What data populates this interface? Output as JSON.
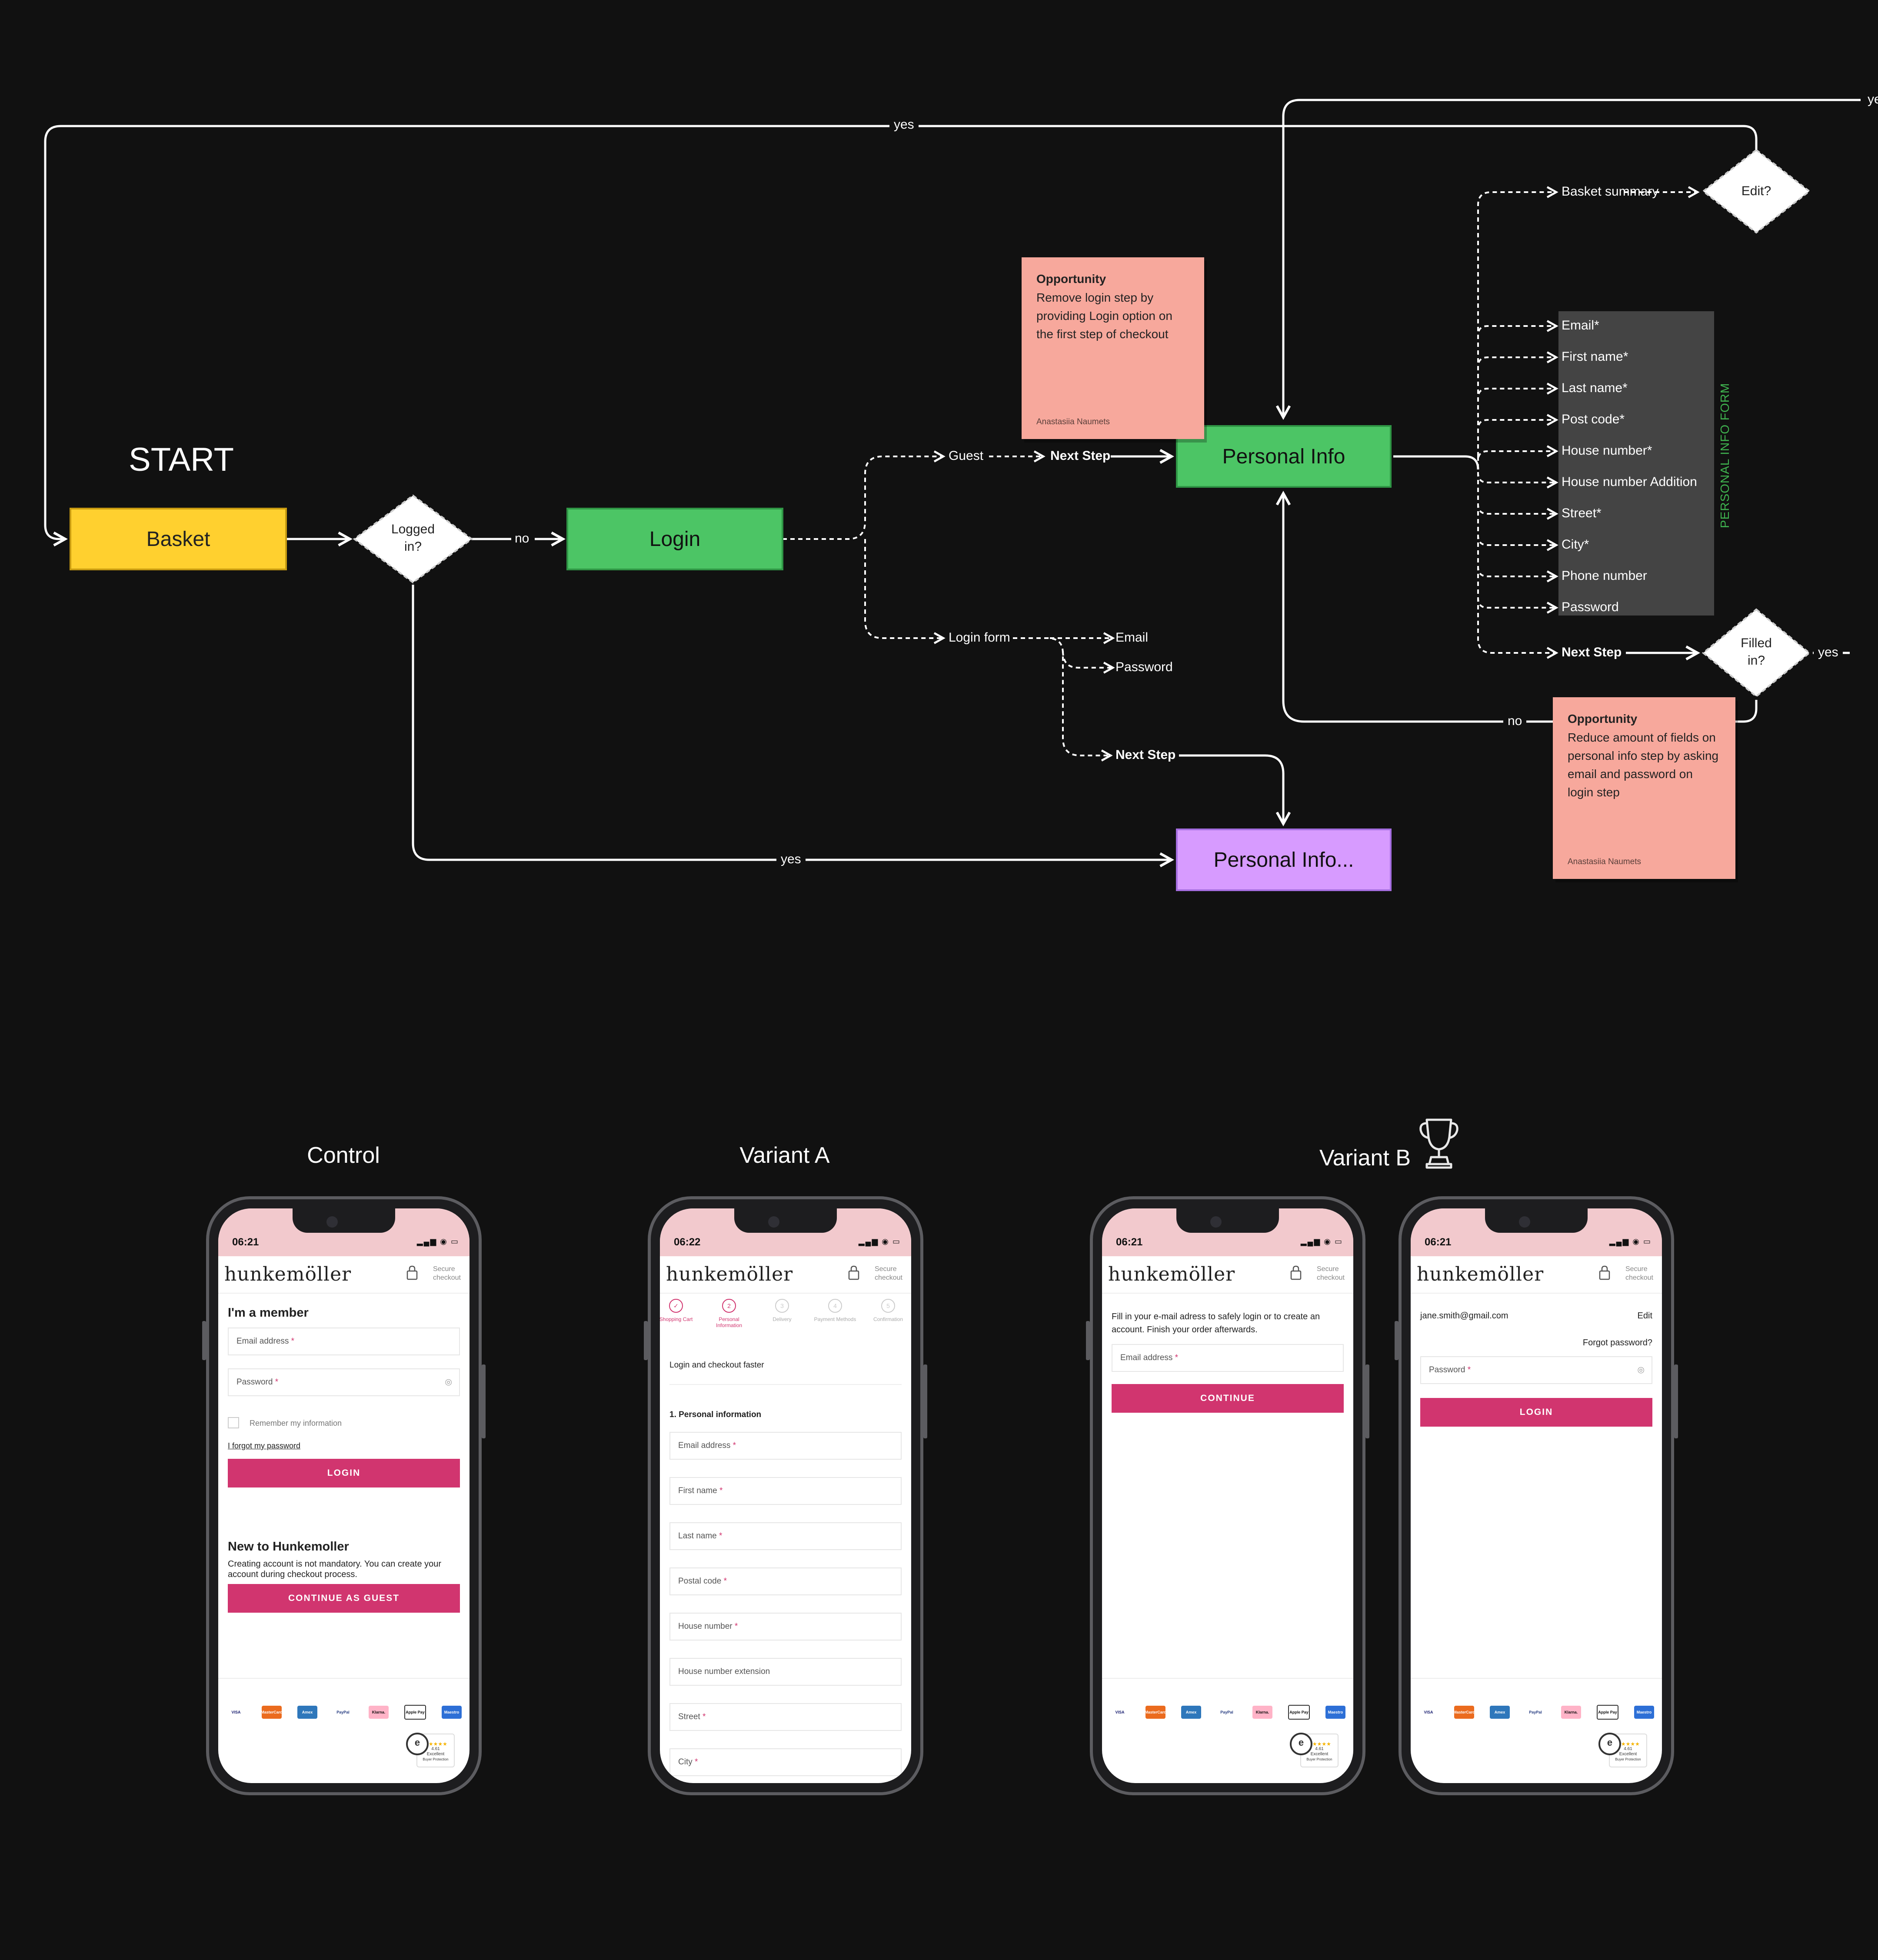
{
  "flow": {
    "start_label": "START",
    "nodes": {
      "basket": "Basket",
      "logged_in": "Logged\nin?",
      "login": "Login",
      "personal_info": "Personal Info",
      "personal_info_alt": "Personal Info...",
      "edit": "Edit?",
      "filled_in": "Filled\nin?"
    },
    "edges": {
      "yes_top": "yes",
      "no_login": "no",
      "guest": "Guest",
      "next_step_guest": "Next Step",
      "login_form": "Login form",
      "email": "Email",
      "password": "Password",
      "next_step_login": "Next Step",
      "yes_bottom": "yes",
      "basket_summary": "Basket summary",
      "next_step_form": "Next Step",
      "yes_filled": "yes",
      "no_filled": "no",
      "yes_far": "ye"
    },
    "form_fields": [
      "Email*",
      "First name*",
      "Last name*",
      "Post code*",
      "House number*",
      "House number Addition",
      "Street*",
      "City*",
      "Phone number",
      "Password"
    ],
    "form_panel_label": "PERSONAL INFO FORM",
    "stickies": [
      {
        "title": "Opportunity",
        "body": "Remove login step by providing Login option on the first step of checkout",
        "author": "Anastasiia Naumets"
      },
      {
        "title": "Opportunity",
        "body": "Reduce amount of fields on personal info step by asking email and password on login step",
        "author": "Anastasiia Naumets"
      }
    ],
    "colors": {
      "basket": "#FFD02F",
      "login": "#4CC565",
      "personal_info": "#4CC565",
      "personal_info_alt": "#D79BFF",
      "sticky": "#F7A89C",
      "accent": "#D1356F"
    }
  },
  "sections": {
    "control": "Control",
    "variant_a": "Variant A",
    "variant_b": "Variant B"
  },
  "phones": {
    "common": {
      "brand": "hunkemöller",
      "secure_line1": "Secure",
      "secure_line2": "checkout",
      "badge_score": "4.61",
      "badge_text": "Excellent",
      "badge_sub": "Buyer Protection",
      "payment_methods": [
        "VISA",
        "MasterCard",
        "Amex",
        "PayPal",
        "Klarna.",
        "Apple Pay",
        "Maestro"
      ]
    },
    "control": {
      "time": "06:21",
      "member_title": "I'm a member",
      "email_placeholder": "Email address",
      "password_placeholder": "Password",
      "remember": "Remember my information",
      "forgot": "I forgot my password",
      "login_button": "LOGIN",
      "new_title": "New to Hunkemoller",
      "new_text": "Creating account is not mandatory. You can create your account during checkout process.",
      "guest_button": "CONTINUE AS GUEST"
    },
    "variant_a": {
      "time": "06:22",
      "steps": [
        {
          "num": "✓",
          "label": "Shopping Cart"
        },
        {
          "num": "2",
          "label": "Personal Information"
        },
        {
          "num": "3",
          "label": "Delivery"
        },
        {
          "num": "4",
          "label": "Payment Methods"
        },
        {
          "num": "5",
          "label": "Confirmation"
        }
      ],
      "login_link": "Login and checkout faster",
      "section_title": "1. Personal information",
      "fields": [
        {
          "label": "Email address",
          "req": "*"
        },
        {
          "label": "First name",
          "req": "*"
        },
        {
          "label": "Last name",
          "req": "*"
        },
        {
          "label": "Postal code",
          "req": "*"
        },
        {
          "label": "House number",
          "req": "*"
        },
        {
          "label": "House number extension",
          "req": ""
        },
        {
          "label": "Street",
          "req": "*"
        },
        {
          "label": "City",
          "req": "*"
        }
      ]
    },
    "variant_b1": {
      "time": "06:21",
      "intro": "Fill  in your e-mail adress to safely login or to create an account. Finish your order afterwards.",
      "email_placeholder": "Email address",
      "continue_button": "CONTINUE"
    },
    "variant_b2": {
      "time": "06:21",
      "email_value": "jane.smith@gmail.com",
      "edit": "Edit",
      "forgot": "Forgot password?",
      "password_placeholder": "Password",
      "login_button": "LOGIN"
    }
  }
}
